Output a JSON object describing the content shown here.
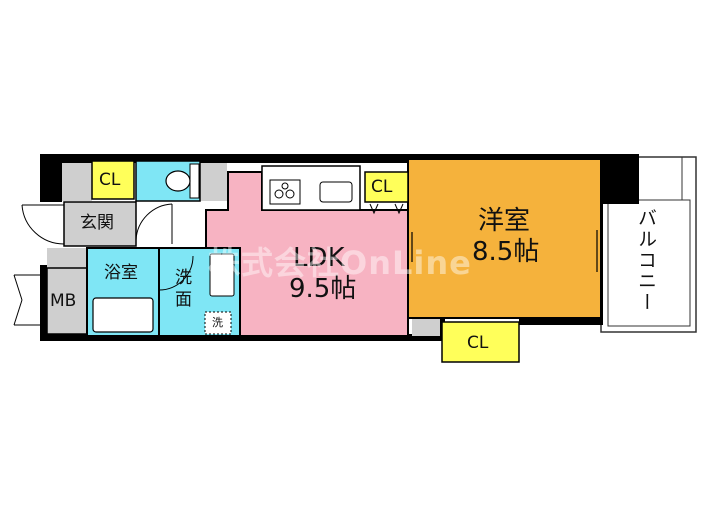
{
  "rooms": {
    "ldk": {
      "name": "LDK",
      "size": "9.5帖"
    },
    "western": {
      "name": "洋室",
      "size": "8.5帖"
    },
    "bath": "浴室",
    "washroom": [
      "洗",
      "面"
    ],
    "washer": "洗",
    "entrance": "玄関",
    "meter_box": "MB",
    "balcony": "バルコニー",
    "closet": "CL"
  },
  "watermark": "株式会社OnLine",
  "colors": {
    "ldk": "#f7b3c2",
    "western": "#f5b23c",
    "closet": "#ffff5a",
    "wet": "#7fe6f5",
    "wall": "#000000",
    "gray": "#cfcfcf"
  }
}
